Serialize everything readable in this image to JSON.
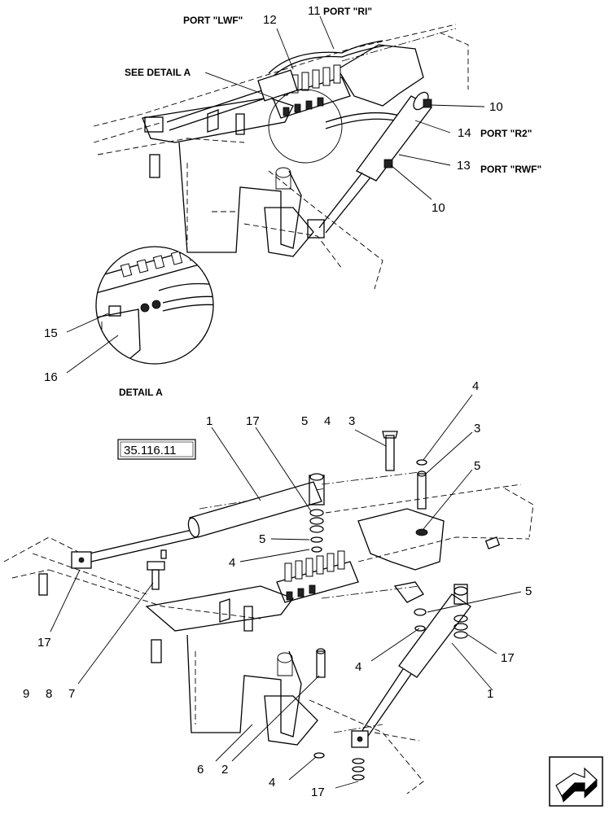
{
  "ports": {
    "lwf": "PORT \"LWF\"",
    "ri": "PORT \"RI\"",
    "r2": "PORT \"R2\"",
    "rwf": "PORT \"RWF\""
  },
  "labels": {
    "see_detail": "SEE DETAIL  A",
    "detail_title": "DETAIL  A",
    "ref_box": "35.116.11"
  },
  "callouts": {
    "c12": "12",
    "c11": "11",
    "c10a": "10",
    "c14": "14",
    "c13": "13",
    "c10b": "10",
    "c15": "15",
    "c16": "16",
    "c1a": "1",
    "c17a": "17",
    "c5a": "5",
    "c4a": "4",
    "c3a": "3",
    "c4b": "4",
    "c3b": "3",
    "c5b": "5",
    "c5c": "5",
    "c4c": "4",
    "c5d": "5",
    "c17b": "17",
    "c4d": "4",
    "c17c": "17",
    "c1b": "1",
    "c9": "9",
    "c8": "8",
    "c7": "7",
    "c6": "6",
    "c2": "2",
    "c4e": "4",
    "c17d": "17"
  },
  "icons": {
    "nav": "next-page-arrow-icon"
  }
}
